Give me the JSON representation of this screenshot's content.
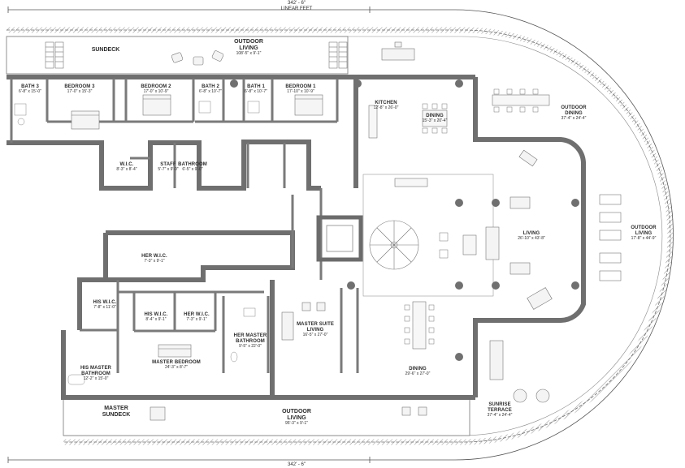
{
  "dimensions": {
    "top_length": "342' - 6\"",
    "top_unit": "LINEAR FEET",
    "bottom_length": "342' - 6\""
  },
  "rooms": {
    "sundeck_top": {
      "name": "SUNDECK",
      "size": ""
    },
    "outdoor_living_top": {
      "name": "OUTDOOR\nLIVING",
      "size": "108'-5\" x 9'-1\""
    },
    "bath3": {
      "name": "BATH 3",
      "size": "6'-8\" x 15'-0\""
    },
    "bedroom3": {
      "name": "BEDROOM 3",
      "size": "17'-0\" x 15'-3\""
    },
    "bedroom2": {
      "name": "BEDROOM 2",
      "size": "17'-0\" x 10'-9\""
    },
    "bath2": {
      "name": "BATH 2",
      "size": "6'-8\" x 10'-7\""
    },
    "bath1": {
      "name": "BATH 1",
      "size": "6'-8\" x 10'-7\""
    },
    "bedroom1": {
      "name": "BEDROOM 1",
      "size": "17'-10\" x 10'-9\""
    },
    "kitchen": {
      "name": "KITCHEN",
      "size": "12'-8\" x 26'-0\""
    },
    "dining_top": {
      "name": "DINING",
      "size": "15'-3\" x 20'-4\""
    },
    "outdoor_dining": {
      "name": "OUTDOOR\nDINING",
      "size": "37'-4\" x 24'-4\""
    },
    "wic": {
      "name": "W.I.C.",
      "size": "8'-3\" x 8'-4\""
    },
    "staff": {
      "name": "STAFF",
      "size": "5'-7\" x 9'-0\""
    },
    "bathroom": {
      "name": "BATHROOM",
      "size": "6'-5\" x 9'-0\""
    },
    "living": {
      "name": "LIVING",
      "size": "26'-10\" x 43'-8\""
    },
    "outdoor_living_right": {
      "name": "OUTDOOR\nLIVING",
      "size": "17'-8\" x 44'-9\""
    },
    "her_wic_top": {
      "name": "HER W.I.C.",
      "size": "7'-3\" x 9'-1\""
    },
    "his_wic_left": {
      "name": "HIS W.I.C.",
      "size": "7'-8\" x 11'-0\""
    },
    "his_wic": {
      "name": "HIS W.I.C.",
      "size": "8'-4\" x 9'-1\""
    },
    "her_wic": {
      "name": "HER W.I.C.",
      "size": "7'-3\" x 9'-1\""
    },
    "her_master_bath": {
      "name": "HER MASTER\nBATHROOM",
      "size": "9'-5\" x 22'-0\""
    },
    "master_suite_living": {
      "name": "MASTER SUITE\nLIVING",
      "size": "16'-5\" x 27'-0\""
    },
    "his_master_bath": {
      "name": "HIS MASTER\nBATHROOM",
      "size": "12'-2\" x 15'-0\""
    },
    "master_bedroom": {
      "name": "MASTER BEDROOM",
      "size": "24'-3\" x 8'-7\""
    },
    "dining_bottom": {
      "name": "DINING",
      "size": "29'-6\" x 27'-0\""
    },
    "sunrise_terrace": {
      "name": "SUNRISE\nTERRACE",
      "size": "37'-4\" x 24'-4\""
    },
    "master_sundeck": {
      "name": "MASTER\nSUNDECK",
      "size": ""
    },
    "outdoor_living_bottom": {
      "name": "OUTDOOR\nLIVING",
      "size": "95'-3\" x 9'-1\""
    }
  },
  "colors": {
    "wall": "#7d7d7d",
    "wall_dark": "#5e5e5e",
    "line": "#555555",
    "fixture": "#9a9a9a",
    "deck_hatch": "#b5b5b5",
    "column": "#6a6a6a"
  }
}
